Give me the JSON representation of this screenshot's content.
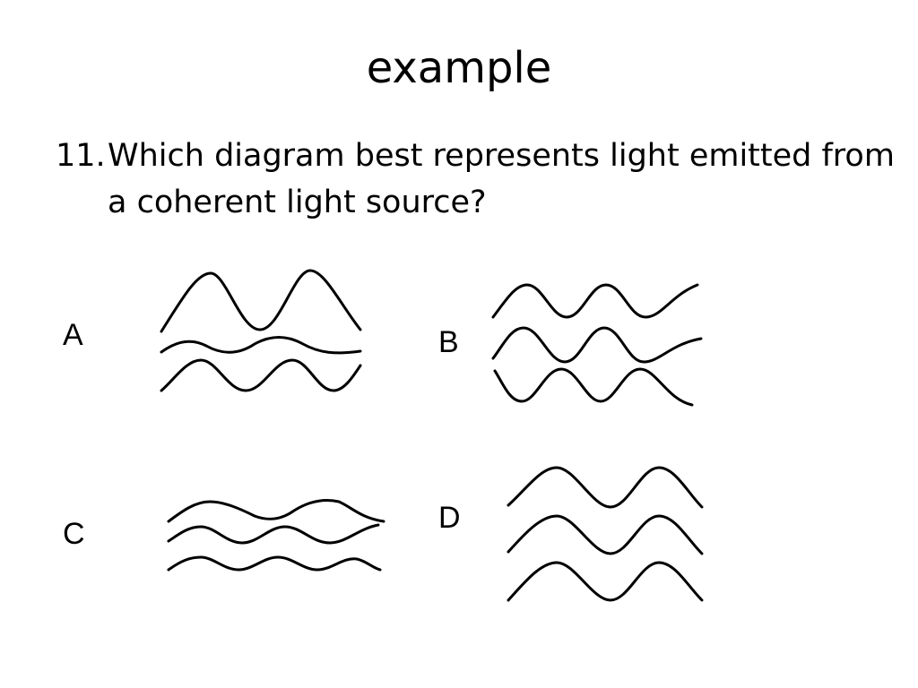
{
  "slide": {
    "title": "example"
  },
  "question": {
    "number": "11.",
    "text": "Which diagram best represents light emitted from a coherent light source?"
  },
  "options": {
    "a": {
      "label": "A"
    },
    "b": {
      "label": "B"
    },
    "c": {
      "label": "C"
    },
    "d": {
      "label": "D"
    }
  }
}
